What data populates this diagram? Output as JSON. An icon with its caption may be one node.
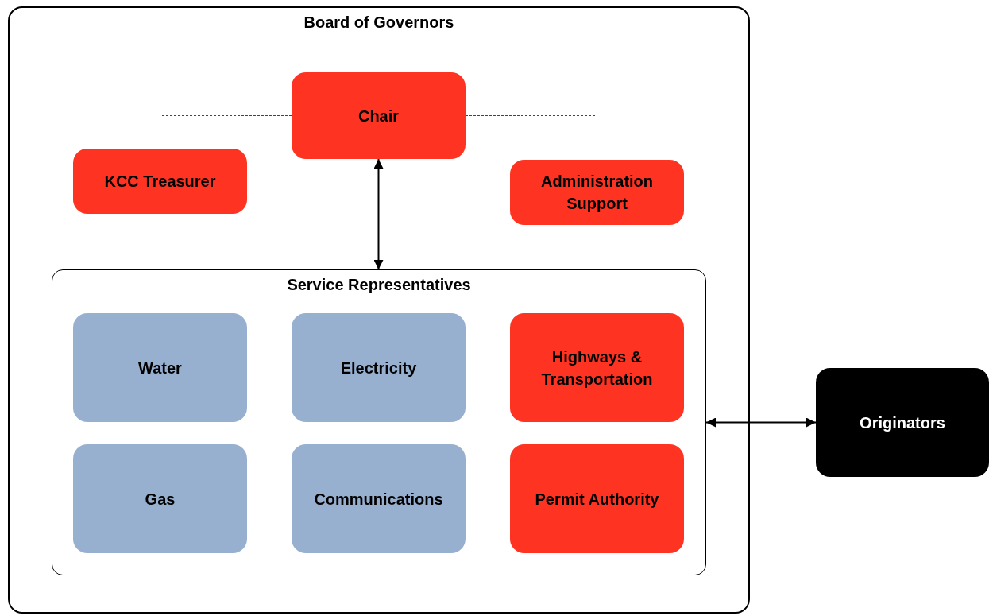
{
  "diagram": {
    "nodes": [
      {
        "text": [
          "Board of Governors"
        ]
      },
      {
        "text": [
          "Chair"
        ],
        "in": 0
      },
      {
        "text": [
          "KCC Treasurer"
        ],
        "in": 0
      },
      {
        "text": [
          "Administration Support"
        ],
        "in": 0
      },
      {
        "text": [
          "Service Representatives"
        ],
        "in": 0
      },
      {
        "text": [
          "Water"
        ],
        "in": 4
      },
      {
        "text": [
          "Electricity"
        ],
        "in": 4
      },
      {
        "text": [
          "Highways & Transportation"
        ],
        "in": 4
      },
      {
        "text": [
          "Gas"
        ],
        "in": 4
      },
      {
        "text": [
          "Communications"
        ],
        "in": 4
      },
      {
        "text": [
          "Permit Authority"
        ],
        "in": 4
      },
      {
        "text": [
          "Originators"
        ]
      }
    ],
    "edges": [
      {
        "from": 1,
        "to": 2,
        "arrow": "none",
        "style": "dashed"
      },
      {
        "from": 1,
        "to": 3,
        "arrow": "none",
        "style": "dashed"
      },
      {
        "from": 1,
        "to": 4,
        "arrow": "both"
      },
      {
        "from": 4,
        "to": 11,
        "arrow": "both"
      }
    ]
  }
}
